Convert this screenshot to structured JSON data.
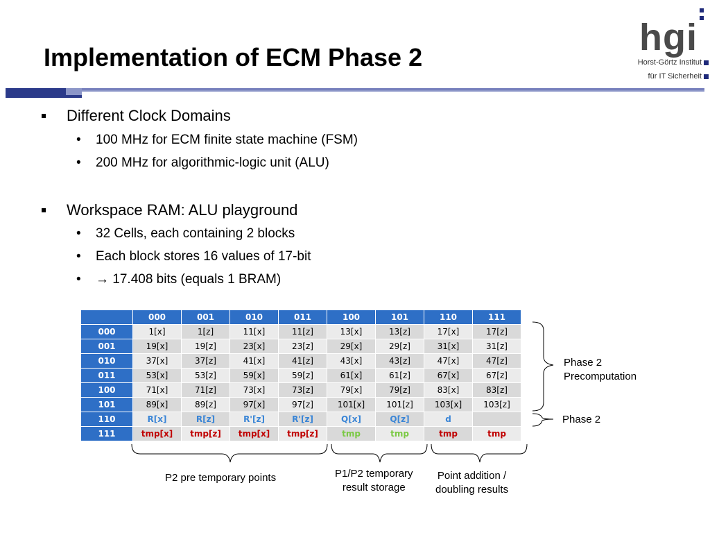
{
  "slide": {
    "title": "Implementation of ECM Phase 2"
  },
  "logo": {
    "text": "hgi",
    "line1": "Horst-Görtz Institut",
    "line2": "für IT Sicherheit"
  },
  "bullets": [
    {
      "text": "Different Clock Domains",
      "subs": [
        "100 MHz for ECM finite state machine (FSM)",
        "200 MHz for algorithmic-logic unit (ALU)"
      ]
    },
    {
      "text": "Workspace RAM: ALU playground",
      "subs": [
        "32 Cells, each containing 2 blocks",
        "Each block stores 16 values of 17-bit",
        "17.408 bits (equals 1 BRAM)"
      ]
    }
  ],
  "arrow_glyph": "→",
  "sub_bullet_glyph": "•",
  "table": {
    "columns": [
      "000",
      "001",
      "010",
      "011",
      "100",
      "101",
      "110",
      "111"
    ],
    "rows": [
      {
        "label": "000",
        "cells": [
          "1[x]",
          "1[z]",
          "11[x]",
          "11[z]",
          "13[x]",
          "13[z]",
          "17[x]",
          "17[z]"
        ]
      },
      {
        "label": "001",
        "cells": [
          "19[x]",
          "19[z]",
          "23[x]",
          "23[z]",
          "29[x]",
          "29[z]",
          "31[x]",
          "31[z]"
        ]
      },
      {
        "label": "010",
        "cells": [
          "37[x]",
          "37[z]",
          "41[x]",
          "41[z]",
          "43[x]",
          "43[z]",
          "47[x]",
          "47[z]"
        ]
      },
      {
        "label": "011",
        "cells": [
          "53[x]",
          "53[z]",
          "59[x]",
          "59[z]",
          "61[x]",
          "61[z]",
          "67[x]",
          "67[z]"
        ]
      },
      {
        "label": "100",
        "cells": [
          "71[x]",
          "71[z]",
          "73[x]",
          "73[z]",
          "79[x]",
          "79[z]",
          "83[x]",
          "83[z]"
        ]
      },
      {
        "label": "101",
        "cells": [
          "89[x]",
          "89[z]",
          "97[x]",
          "97[z]",
          "101[x]",
          "101[z]",
          "103[x]",
          "103[z]"
        ]
      },
      {
        "label": "110",
        "cells": [
          "R[x]",
          "R[z]",
          "R'[z]",
          "R'[z]",
          "Q[x]",
          "Q[z]",
          "d",
          ""
        ]
      },
      {
        "label": "111",
        "cells": [
          "tmp[x]",
          "tmp[z]",
          "tmp[x]",
          "tmp[z]",
          "tmp",
          "tmp",
          "tmp",
          "tmp"
        ]
      }
    ]
  },
  "annotations": {
    "phase2_pre": [
      "Phase 2",
      "Precomputation"
    ],
    "phase2": "Phase 2",
    "p2_pre_temp": "P2 pre temporary points",
    "p1p2_temp": [
      "P1/P2 temporary",
      "result storage"
    ],
    "point_add": [
      "Point addition /",
      "doubling results"
    ]
  },
  "colors": {
    "header_blue": "#2e6fc6",
    "title_bar": "#2b3a8a",
    "text_blue": "#3a85d6",
    "text_red": "#c00000",
    "text_green": "#7ac943"
  }
}
